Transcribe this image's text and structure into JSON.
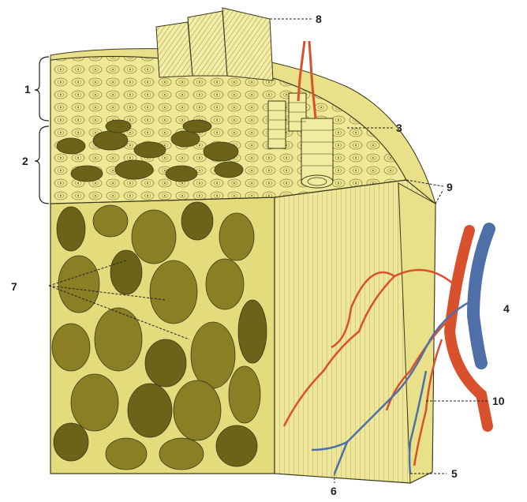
{
  "figure": {
    "colors": {
      "bone": "#e7e08a",
      "bone_light": "#f1ec9f",
      "bone_shadow": "#8a7f25",
      "bone_dark": "#6b6318",
      "artery": "#d9502d",
      "vein": "#4f6fa8",
      "ink": "#3a3a1a"
    },
    "labels": {
      "l1": "1",
      "l2": "2",
      "l3": "3",
      "l4": "4",
      "l5": "5",
      "l6": "6",
      "l7": "7",
      "l8": "8",
      "l9": "9",
      "l10": "10"
    }
  }
}
